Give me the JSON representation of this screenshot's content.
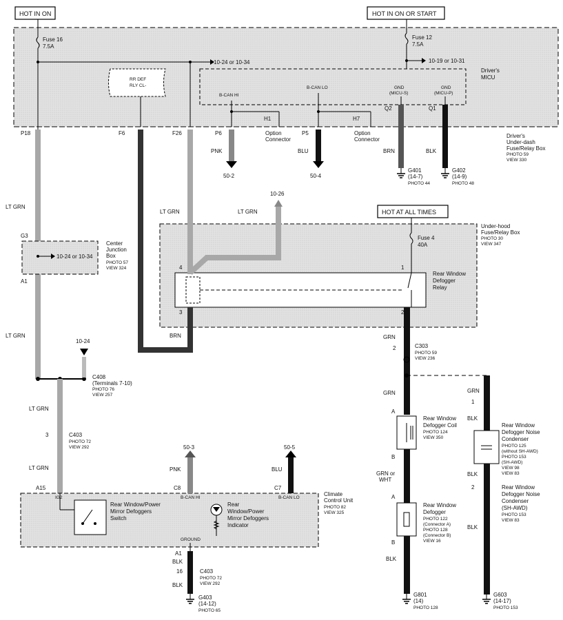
{
  "headers": {
    "hot_in_on": "HOT IN ON",
    "hot_on_start": "HOT IN ON OR START",
    "hot_all_times": "HOT AT ALL TIMES"
  },
  "fuses": {
    "fuse16": "Fuse 16",
    "fuse16_amp": "7.5A",
    "fuse12": "Fuse 12",
    "fuse12_amp": "7.5A",
    "fuse4": "Fuse 4",
    "fuse4_amp": "40A"
  },
  "micu": {
    "title1": "Driver's",
    "title2": "MICU",
    "ref_a": "10-24 or 10-34",
    "ref_b": "10-19 or 10-31",
    "rr_def1": "RR DEF",
    "rr_def2": "RLY CL-",
    "bcan_hi": "B-CAN HI",
    "bcan_lo": "B-CAN LO",
    "gnd_s1": "GND",
    "gnd_s2": "(MICU-S)",
    "gnd_p1": "GND",
    "gnd_p2": "(MICU-P)",
    "pin_p18": "P18",
    "pin_f6": "F6",
    "pin_f26": "F26",
    "pin_p6": "P6",
    "pin_p5": "P5",
    "pin_q2": "Q2",
    "pin_q1": "Q1",
    "h1": "H1",
    "h7": "H7",
    "opt1a": "Option",
    "opt1b": "Connector",
    "opt2a": "Option",
    "opt2b": "Connector",
    "box1": "Driver's",
    "box2": "Under-dash",
    "box3": "Fuse/Relay Box",
    "box4": "PHOTO 59",
    "box5": "VIEW 330"
  },
  "wires_top": {
    "pnk": "PNK",
    "blu": "BLU",
    "brn": "BRN",
    "blk": "BLK",
    "ref_502": "50-2",
    "ref_504": "50-4",
    "g401a": "G401",
    "g401b": "(14-7)",
    "g401c": "PHOTO 44",
    "g402a": "G402",
    "g402b": "(14-9)",
    "g402c": "PHOTO 48"
  },
  "left": {
    "ltgrn1": "LT GRN",
    "g3": "G3",
    "a1": "A1",
    "cjb1": "Center",
    "cjb2": "Junction",
    "cjb3": "Box",
    "cjb4": "PHOTO 57",
    "cjb5": "VIEW 324",
    "cjb_ref": "10-24 or 10-34",
    "ltgrn2": "LT GRN",
    "ref_1024": "10-24",
    "c408a": "C408",
    "c408b": "(Terminals 7-10)",
    "c408c": "PHOTO 76",
    "c408d": "VIEW 257",
    "ltgrn3": "LT GRN",
    "pin3": "3",
    "c403a": "C403",
    "c403b": "PHOTO 72",
    "c403c": "VIEW 292",
    "ltgrn4": "LT GRN"
  },
  "relay_area": {
    "ltgrn_f26": "LT GRN",
    "ltgrn_up": "LT GRN",
    "ref_1026": "10-26",
    "uh1": "Under-hood",
    "uh2": "Fuse/Relay Box",
    "uh3": "PHOTO 30",
    "uh4": "VIEW 347",
    "relay1": "Rear Window",
    "relay2": "Defogger",
    "relay3": "Relay",
    "p4": "4",
    "p3": "3",
    "p1": "1",
    "p2": "2",
    "brn": "BRN"
  },
  "right": {
    "grn1": "GRN",
    "pin2a": "2",
    "c303a": "C303",
    "c303b": "PHOTO 59",
    "c303c": "VIEW 236",
    "grn2": "GRN",
    "pa1": "A",
    "coil1": "Rear Window",
    "coil2": "Defogger Coil",
    "coil3": "PHOTO 124",
    "coil4": "VIEW 350",
    "pb1": "B",
    "grnwht1": "GRN or",
    "grnwht2": "WHT",
    "pa2": "A",
    "def1": "Rear Window",
    "def2": "Defogger",
    "def3": "PHOTO 122",
    "def4": "(Connector A)",
    "def5": "PHOTO 128",
    "def6": "(Connector B)",
    "def7": "VIEW 16",
    "pb2": "B",
    "blk1": "BLK",
    "g801a": "G801",
    "g801b": "(14)",
    "g801c": "PHOTO 128",
    "grn_n": "GRN",
    "pin1n": "1",
    "blk_n": "BLK",
    "nc1": "Rear Window",
    "nc2": "Defogger Noise",
    "nc3": "Condenser",
    "nc4": "PHOTO 125",
    "nc5": "(without SH-AWD)",
    "nc6": "PHOTO 153",
    "nc7": "(SH-AWD)",
    "nc8": "VIEW 98",
    "nc9": "VIEW 83",
    "blk_n2": "BLK",
    "pin2n": "2",
    "nc2_1": "Rear Window",
    "nc2_2": "Defogger Noise",
    "nc2_3": "Condenser",
    "nc2_4": "(SH-AWD)",
    "nc2_5": "PHOTO 153",
    "nc2_6": "VIEW 83",
    "blk_n3": "BLK",
    "g603a": "G603",
    "g603b": "(14-17)",
    "g603c": "PHOTO 153"
  },
  "ccu": {
    "ref_503": "50-3",
    "ref_505": "50-5",
    "pnk": "PNK",
    "blu": "BLU",
    "c8": "C8",
    "c7": "C7",
    "a15": "A15",
    "ig2": "IG2",
    "bhi": "B-CAN HI",
    "blo": "B-CAN LO",
    "t1": "Climate",
    "t2": "Control Unit",
    "t3": "PHOTO 82",
    "t4": "VIEW 325",
    "sw1": "Rear Window/Power",
    "sw2": "Mirror Defoggers",
    "sw3": "Switch",
    "ind1": "Rear",
    "ind2": "Window/Power",
    "ind3": "Mirror Defoggers",
    "ind4": "Indicator",
    "ground": "GROUND",
    "a1": "A1",
    "blk1": "BLK",
    "pin16": "16",
    "c403a": "C403",
    "c403b": "PHOTO 72",
    "c403c": "VIEW 292",
    "blk2": "BLK",
    "g403a": "G403",
    "g403b": "(14-12)",
    "g403c": "PHOTO 65"
  },
  "colors": {
    "shade": "#dcdcdc",
    "ltgrn_wire": "#a8a8a8",
    "dark_wire": "#1a1a1a",
    "brn_wire": "#444444"
  }
}
